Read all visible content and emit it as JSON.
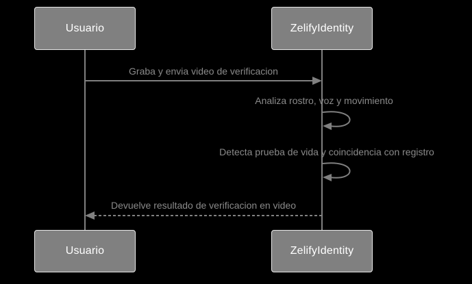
{
  "diagram": {
    "type": "sequence-diagram",
    "actors": [
      {
        "id": "usuario",
        "label": "Usuario"
      },
      {
        "id": "zelifyidentity",
        "label": "ZelifyIdentity"
      }
    ],
    "messages": [
      {
        "from": "usuario",
        "to": "zelifyidentity",
        "style": "solid-arrow",
        "text": "Graba y envia video de verificacion"
      },
      {
        "from": "zelifyidentity",
        "to": "zelifyidentity",
        "style": "self-loop",
        "text": "Analiza rostro, voz y movimiento"
      },
      {
        "from": "zelifyidentity",
        "to": "zelifyidentity",
        "style": "self-loop",
        "text": "Detecta prueba de vida y coincidencia con registro"
      },
      {
        "from": "zelifyidentity",
        "to": "usuario",
        "style": "dashed-arrow",
        "text": "Devuelve resultado de verificacion en video"
      }
    ],
    "colors": {
      "background": "#000000",
      "actor_fill": "#808080",
      "actor_border": "#e9e9e9",
      "actor_text": "#ffffff",
      "line": "#808080",
      "message_text": "#8a8a8a"
    }
  }
}
